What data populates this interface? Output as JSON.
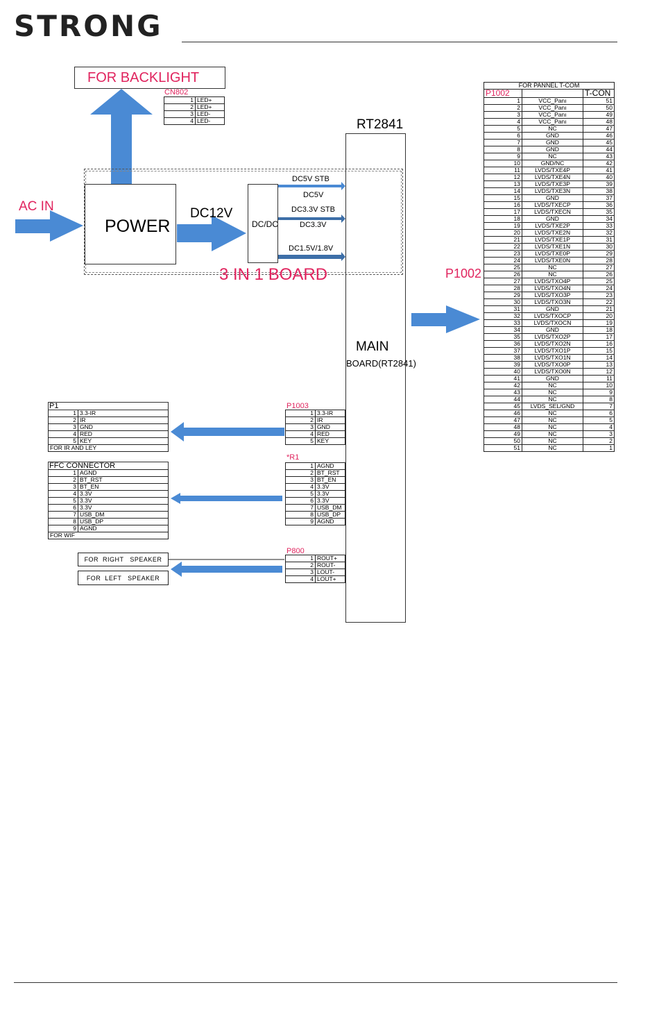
{
  "header": {
    "logo": "STRONG"
  },
  "labels": {
    "backlight": "FOR   BACKLIGHT",
    "cn802": "CN802",
    "ac_in": "AC IN",
    "power": "POWER",
    "dc12v": "DC12V",
    "dcdc": "DC/DC",
    "dc5v_stb": "DC5V STB",
    "dc5v": "DC5V",
    "dc33v_stb": "DC3.3V STB",
    "dc33v": "DC3.3V",
    "dc15v": "DC1.5V/1.8V",
    "three_in_one": "3 IN 1 BOARD",
    "rt2841": "RT2841",
    "main": "MAIN",
    "main_board": "BOARD(RT2841)",
    "p1002_label": "P1002",
    "p1": "P1",
    "p1003": "P1003",
    "r1": "*R1",
    "ffc": "FFC CONNECTOR",
    "p800": "P800",
    "right_speaker": "FOR  RIGHT   SPEAKER",
    "left_speaker": "FOR  LEFT   SPEAKER"
  },
  "cn802_pins": [
    {
      "n": "1",
      "s": "LED+"
    },
    {
      "n": "2",
      "s": "LED+"
    },
    {
      "n": "3",
      "s": "LED-"
    },
    {
      "n": "4",
      "s": "LED-"
    }
  ],
  "tcon": {
    "title": "FOR  PANNEL   T-COM",
    "left_header": "P1002",
    "right_header": "T-CON",
    "rows": [
      [
        "1",
        "VCC_Panı",
        "51"
      ],
      [
        "2",
        "VCC_Panı",
        "50"
      ],
      [
        "3",
        "VCC_Panı",
        "49"
      ],
      [
        "4",
        "VCC_Panı",
        "48"
      ],
      [
        "5",
        "NC",
        "47"
      ],
      [
        "6",
        "GND",
        "46"
      ],
      [
        "7",
        "GND",
        "45"
      ],
      [
        "8",
        "GND",
        "44"
      ],
      [
        "9",
        "NC",
        "43"
      ],
      [
        "10",
        "GND/NC",
        "42"
      ],
      [
        "11",
        "LVDS/TXE4P",
        "41"
      ],
      [
        "12",
        "LVDS/TXE4N",
        "40"
      ],
      [
        "13",
        "LVDS/TXE3P",
        "39"
      ],
      [
        "14",
        "LVDS/TXE3N",
        "38"
      ],
      [
        "15",
        "GND",
        "37"
      ],
      [
        "16",
        "LVDS/TXECP",
        "36"
      ],
      [
        "17",
        "LVDS/TXECN",
        "35"
      ],
      [
        "18",
        "GND",
        "34"
      ],
      [
        "19",
        "LVDS/TXE2P",
        "33"
      ],
      [
        "20",
        "LVDS/TXE2N",
        "32"
      ],
      [
        "21",
        "LVDS/TXE1P",
        "31"
      ],
      [
        "22",
        "LVDS/TXE1N",
        "30"
      ],
      [
        "23",
        "LVDS/TXE0P",
        "29"
      ],
      [
        "24",
        "LVDS/TXE0N",
        "28"
      ],
      [
        "25",
        "NC",
        "27"
      ],
      [
        "26",
        "NC",
        "26"
      ],
      [
        "27",
        "LVDS/TXO4P",
        "25"
      ],
      [
        "28",
        "LVDS/TXO4N",
        "24"
      ],
      [
        "29",
        "LVDS/TXO3P",
        "23"
      ],
      [
        "30",
        "LVDS/TXO3N",
        "22"
      ],
      [
        "31",
        "GND",
        "21"
      ],
      [
        "32",
        "LVDS/TXOCP",
        "20"
      ],
      [
        "33",
        "LVDS/TXOCN",
        "19"
      ],
      [
        "34",
        "GND",
        "18"
      ],
      [
        "35",
        "LVDS/TXO2P",
        "17"
      ],
      [
        "36",
        "LVDS/TXO2N",
        "16"
      ],
      [
        "37",
        "LVDS/TXO1P",
        "15"
      ],
      [
        "38",
        "LVDS/TXO1N",
        "14"
      ],
      [
        "39",
        "LVDS/TXO0P",
        "13"
      ],
      [
        "40",
        "LVDS/TXO0N",
        "12"
      ],
      [
        "41",
        "GND",
        "11"
      ],
      [
        "42",
        "NC",
        "10"
      ],
      [
        "43",
        "NC",
        "9"
      ],
      [
        "44",
        "NC",
        "8"
      ],
      [
        "45",
        "LVDS_SEL/GND",
        "7"
      ],
      [
        "46",
        "NC",
        "6"
      ],
      [
        "47",
        "NC",
        "5"
      ],
      [
        "48",
        "NC",
        "4"
      ],
      [
        "49",
        "NC",
        "3"
      ],
      [
        "50",
        "NC",
        "2"
      ],
      [
        "51",
        "NC",
        "1"
      ]
    ]
  },
  "p1_pins": [
    {
      "n": "1",
      "s": "3.3-IR"
    },
    {
      "n": "2",
      "s": "IR"
    },
    {
      "n": "3",
      "s": "GND"
    },
    {
      "n": "4",
      "s": "RED"
    },
    {
      "n": "5",
      "s": "KEY"
    }
  ],
  "p1_footer": "FOR  IR  AND   LEY",
  "p1003_pins": [
    {
      "n": "1",
      "s": "3.3-IR"
    },
    {
      "n": "2",
      "s": "IR"
    },
    {
      "n": "3",
      "s": "GND"
    },
    {
      "n": "4",
      "s": "RED"
    },
    {
      "n": "5",
      "s": "KEY"
    }
  ],
  "ffc_pins": [
    {
      "n": "1",
      "s": "AGND"
    },
    {
      "n": "2",
      "s": "BT_RST"
    },
    {
      "n": "3",
      "s": "BT_EN"
    },
    {
      "n": "4",
      "s": "3.3V"
    },
    {
      "n": "5",
      "s": "3.3V"
    },
    {
      "n": "6",
      "s": "3.3V"
    },
    {
      "n": "7",
      "s": "USB_DM"
    },
    {
      "n": "8",
      "s": "USB_DP"
    },
    {
      "n": "9",
      "s": "AGND"
    }
  ],
  "ffc_footer": "FOR  WIF",
  "r1_pins": [
    {
      "n": "1",
      "s": "AGND"
    },
    {
      "n": "2",
      "s": "BT_RST"
    },
    {
      "n": "3",
      "s": "BT_EN"
    },
    {
      "n": "4",
      "s": "3.3V"
    },
    {
      "n": "5",
      "s": "3.3V"
    },
    {
      "n": "6",
      "s": "3.3V"
    },
    {
      "n": "7",
      "s": "USB_DM"
    },
    {
      "n": "8",
      "s": "USB_DP"
    },
    {
      "n": "9",
      "s": "AGND"
    }
  ],
  "p800_pins": [
    {
      "n": "1",
      "s": "ROUT+"
    },
    {
      "n": "2",
      "s": "ROUT-"
    },
    {
      "n": "3",
      "s": "LOUT-"
    },
    {
      "n": "4",
      "s": "LOUT+"
    }
  ],
  "colors": {
    "arrow": "#4a8ad4",
    "arrow_dark": "#3d6fa8",
    "accent": "#e0245e"
  }
}
